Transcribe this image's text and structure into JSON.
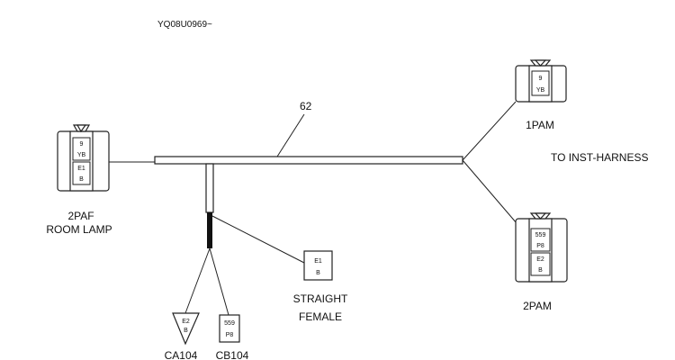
{
  "figure_code": "YQ08U0969~",
  "harness_number": "62",
  "to_label": "TO INST-HARNESS",
  "connectors": {
    "room_lamp": {
      "code": "2PAF",
      "name": "ROOM LAMP",
      "pins": [
        {
          "num": "9",
          "color": "YB"
        },
        {
          "num": "E1",
          "color": "B"
        }
      ]
    },
    "pam1": {
      "code": "1PAM",
      "pins": [
        {
          "num": "9",
          "color": "YB"
        }
      ]
    },
    "pam2": {
      "code": "2PAM",
      "pins": [
        {
          "num": "559",
          "color": "P8"
        },
        {
          "num": "E2",
          "color": "B"
        }
      ]
    },
    "straight_female": {
      "name_line1": "STRAIGHT",
      "name_line2": "FEMALE",
      "pins": [
        {
          "num": "E1",
          "color": "B"
        }
      ]
    },
    "ca104": {
      "code": "CA104",
      "pins": [
        {
          "num": "E2",
          "color": "B"
        }
      ]
    },
    "cb104": {
      "code": "CB104",
      "pins": [
        {
          "num": "559",
          "color": "P8"
        }
      ]
    }
  }
}
